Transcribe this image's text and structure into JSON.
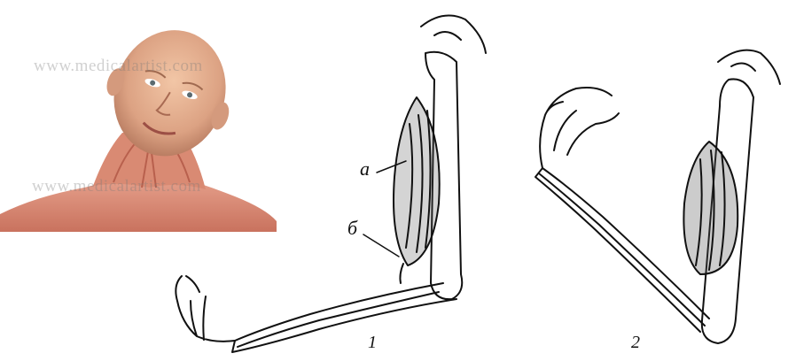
{
  "watermarks": [
    "www.medicalartist.com",
    "www.medicalartist.com"
  ],
  "labels": {
    "muscle_a": "а",
    "tendon_b": "б",
    "figure_1": "1",
    "figure_2": "2"
  }
}
